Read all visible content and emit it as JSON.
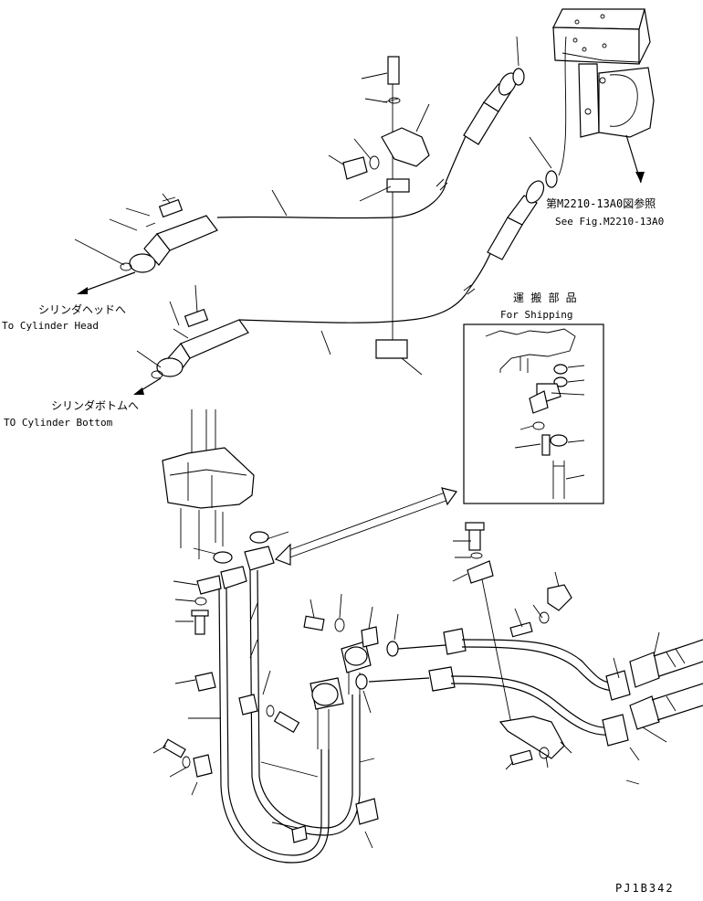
{
  "labels": {
    "ref_fig_jp": "第M2210-13A0図参照",
    "ref_fig_en": "See Fig.M2210-13A0",
    "cyl_head_jp": "シリンダヘッドへ",
    "cyl_head_en": "To Cylinder Head",
    "cyl_bottom_jp": "シリンダボトムへ",
    "cyl_bottom_en": "TO Cylinder Bottom",
    "shipping_jp": "運 搬 部 品",
    "shipping_en": "For Shipping",
    "drawing_no": "PJ1B342"
  }
}
